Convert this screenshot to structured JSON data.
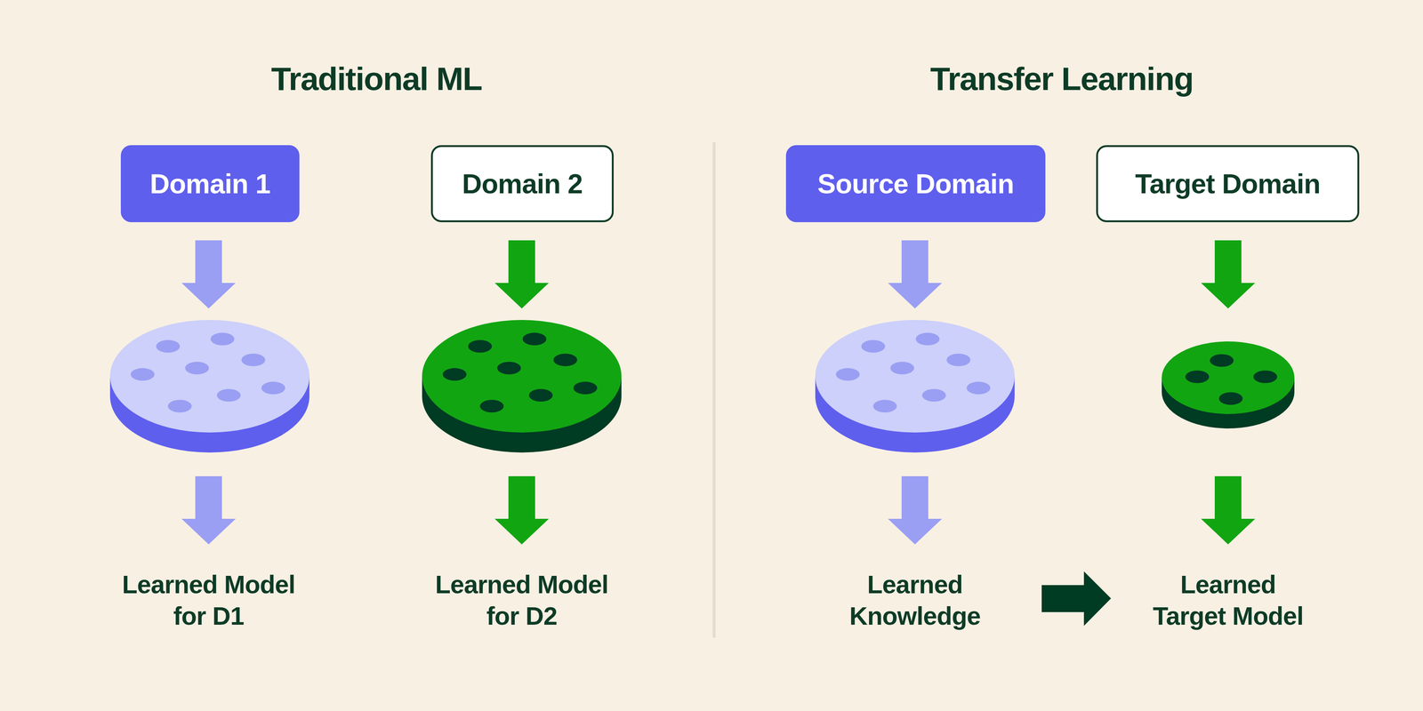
{
  "diagram": {
    "nodes": [
      {
        "text": [
          "Domain 1"
        ]
      },
      {
        "text": [
          "Domain 2"
        ]
      },
      {
        "text": [
          "Source Domain"
        ]
      },
      {
        "text": [
          "Target Domain"
        ]
      }
    ],
    "labels": [
      "Traditional ML",
      "Transfer Learning",
      "Learned Model for D1",
      "Learned Model for D2",
      "Learned Knowledge",
      "Learned Target Model"
    ]
  }
}
